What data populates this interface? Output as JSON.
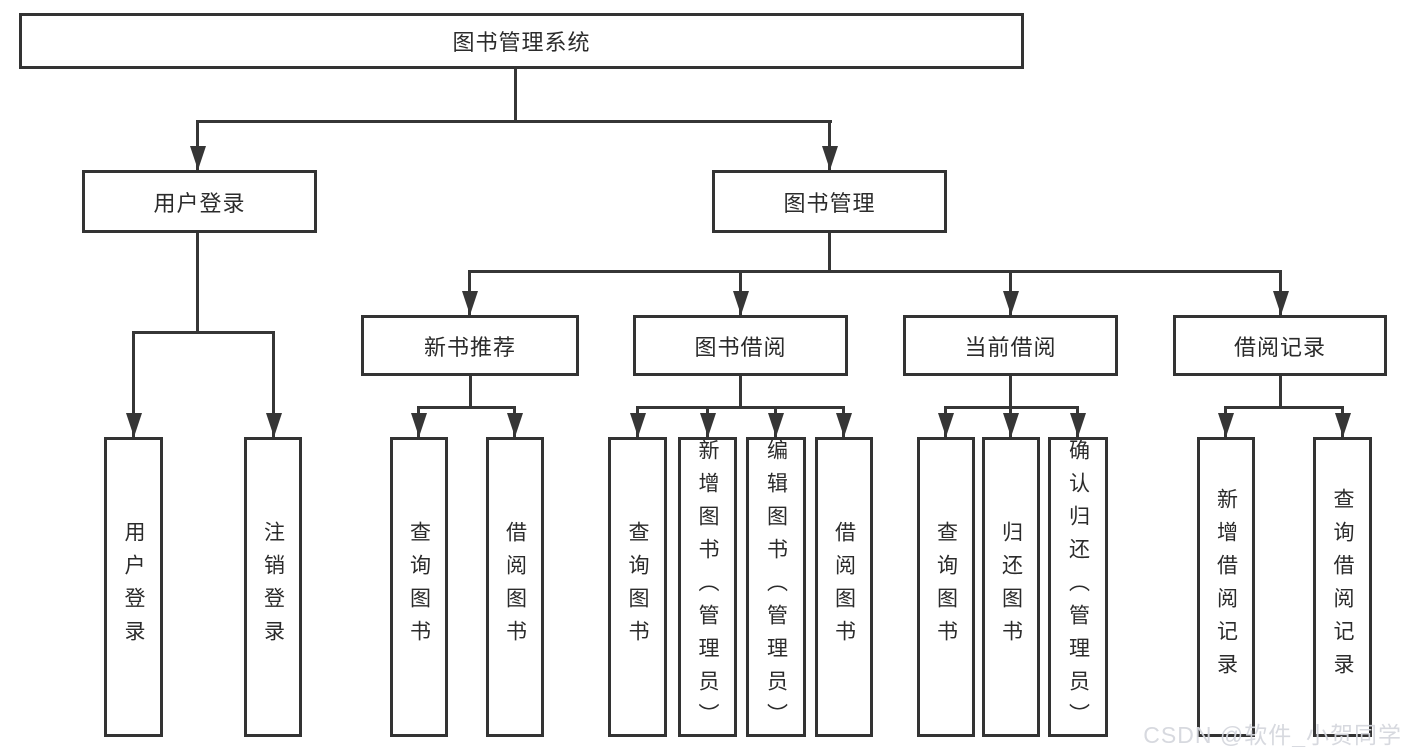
{
  "watermark": "CSDN @软件_小贺同学",
  "colors": {
    "line": "#363636",
    "box_border": "#333333",
    "text": "#2b2b2b",
    "watermark": "#d5d7dd",
    "background": "#ffffff"
  },
  "tree": {
    "root": "图书管理系统",
    "login": {
      "label": "用户登录",
      "children": [
        "用户登录",
        "注销登录"
      ]
    },
    "management": {
      "label": "图书管理",
      "groups": [
        {
          "label": "新书推荐",
          "children": [
            "查询图书",
            "借阅图书"
          ]
        },
        {
          "label": "图书借阅",
          "children": [
            "查询图书",
            "新增图书（管理员）",
            "编辑图书（管理员）",
            "借阅图书"
          ]
        },
        {
          "label": "当前借阅",
          "children": [
            "查询图书",
            "归还图书",
            "确认归还（管理员）"
          ]
        },
        {
          "label": "借阅记录",
          "children": [
            "新增借阅记录",
            "查询借阅记录"
          ]
        }
      ]
    }
  }
}
